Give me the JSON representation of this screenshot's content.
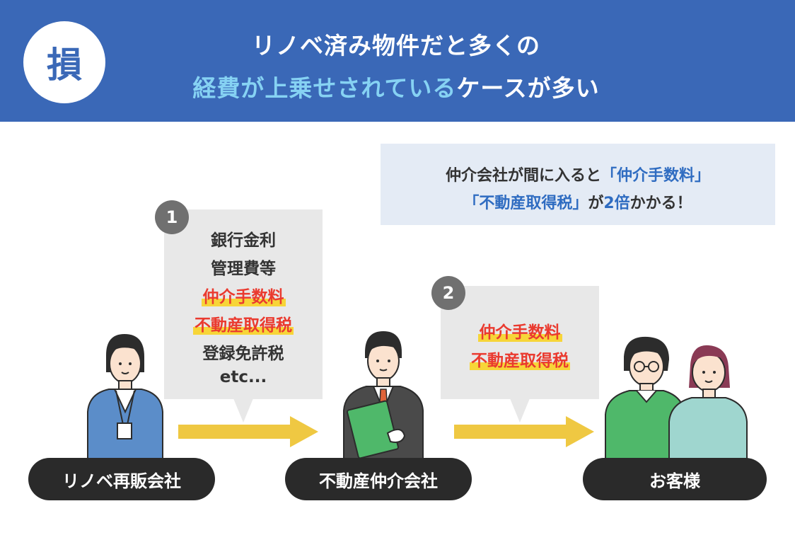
{
  "header": {
    "badge": "損",
    "title_line1": "リノベ済み物件だと多くの",
    "title_line2_highlight": "経費が上乗せされている",
    "title_line2_rest": "ケースが多い"
  },
  "info": {
    "l1_prefix": "仲介会社が間に入ると",
    "l1_highlight": "「仲介手数料」",
    "l2_highlight": "「不動産取得税」",
    "l2_mid": "が",
    "l2_number": "2倍",
    "l2_suffix": "かかる！"
  },
  "bubble1": {
    "number": "1",
    "lines": [
      "銀行金利",
      "管理費等",
      "仲介手数料",
      "不動産取得税",
      "登録免許税",
      "etc..."
    ]
  },
  "bubble2": {
    "number": "2",
    "lines": [
      "仲介手数料",
      "不動産取得税"
    ]
  },
  "labels": {
    "seller": "リノベ再販会社",
    "broker": "不動産仲介会社",
    "customer": "お客様"
  },
  "colors": {
    "header_bg": "#3a68b7",
    "title_highlight": "#86d2f3",
    "info_bg": "#e4ebf5",
    "info_blue": "#2f6cc1",
    "red_text": "#ea3a2f",
    "marker_yellow": "#f7d538",
    "arrow_yellow": "#efc842",
    "pill_bg": "#2a2a2a"
  }
}
